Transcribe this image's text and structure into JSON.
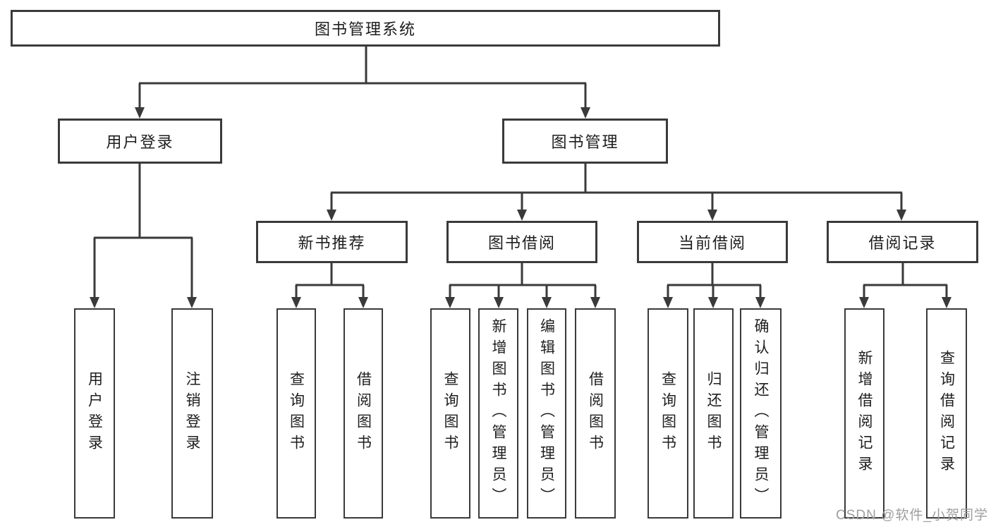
{
  "tree": {
    "label": "图书管理系统",
    "children": [
      {
        "label": "用户登录",
        "children": [
          {
            "label": "用户登录"
          },
          {
            "label": "注销登录"
          }
        ]
      },
      {
        "label": "图书管理",
        "children": [
          {
            "label": "新书推荐",
            "children": [
              {
                "label": "查询图书"
              },
              {
                "label": "借阅图书"
              }
            ]
          },
          {
            "label": "图书借阅",
            "children": [
              {
                "label": "查询图书"
              },
              {
                "label": "新增图书（管理员）"
              },
              {
                "label": "编辑图书（管理员）"
              },
              {
                "label": "借阅图书"
              }
            ]
          },
          {
            "label": "当前借阅",
            "children": [
              {
                "label": "查询图书"
              },
              {
                "label": "归还图书"
              },
              {
                "label": "确认归还（管理员）"
              }
            ]
          },
          {
            "label": "借阅记录",
            "children": [
              {
                "label": "新增借阅记录"
              },
              {
                "label": "查询借阅记录"
              }
            ]
          }
        ]
      }
    ]
  },
  "watermark": {
    "text": "CSDN @软件_小贺同学"
  },
  "colors": {
    "line": "#3a3a3a",
    "box_border": "#3a3a3a",
    "text": "#1e1e1e",
    "watermark": "#9e9e9e",
    "background": "#ffffff"
  }
}
